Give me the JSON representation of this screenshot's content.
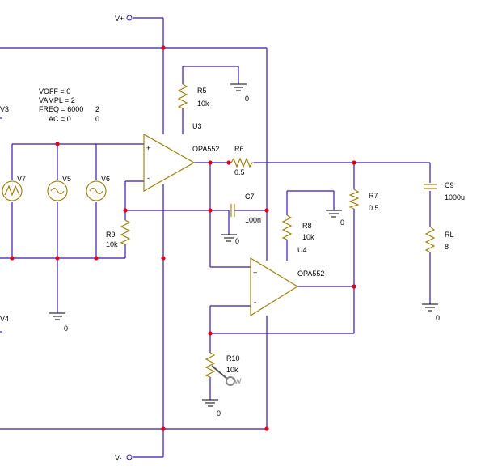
{
  "colors": {
    "wire": "#3a16b0",
    "component": "#9c7a00",
    "node": "#e0001a",
    "ground": "#000000",
    "text": "#000000",
    "wiper_icon": "#888888"
  },
  "rails": {
    "vplus": "V+",
    "vminus": "V-"
  },
  "source_params": {
    "voff": "VOFF = 0",
    "vampl": "VAMPL = 2",
    "freq": "FREQ = 6000",
    "freq_extra": "2",
    "ac": "AC = 0",
    "ac_extra": "0"
  },
  "sources": {
    "v3": "V3",
    "v4": "V4",
    "v5": "V5",
    "v6": "V6",
    "v7": "V7"
  },
  "opamps": {
    "u3": {
      "ref": "U3",
      "model": "OPA552"
    },
    "u4": {
      "ref": "U4",
      "model": "OPA552"
    }
  },
  "resistors": {
    "r5": {
      "ref": "R5",
      "value": "10k"
    },
    "r6": {
      "ref": "R6",
      "value": "0.5"
    },
    "r7": {
      "ref": "R7",
      "value": "0.5"
    },
    "r8": {
      "ref": "R8",
      "value": "10k"
    },
    "r9": {
      "ref": "R9",
      "value": "10k"
    },
    "r10": {
      "ref": "R10",
      "value": "10k"
    },
    "rl": {
      "ref": "RL",
      "value": "8"
    }
  },
  "capacitors": {
    "c7": {
      "ref": "C7",
      "value": "100n"
    },
    "c9": {
      "ref": "C9",
      "value": "1000u"
    }
  },
  "grounds": {
    "label": "0"
  },
  "wiper": {
    "label": "W",
    "icon": "wiper-circle"
  },
  "opamp_pins": {
    "plus": "+",
    "minus": "-"
  }
}
